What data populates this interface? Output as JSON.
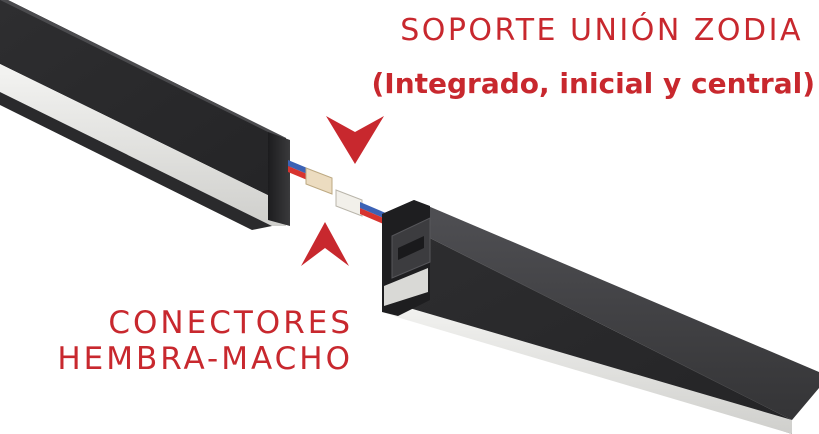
{
  "colors": {
    "accent": "#c8282e",
    "profile_dark": "#2f2f31",
    "diffuser": "#e6e6e3"
  },
  "labels": {
    "support_title": "SOPORTE UNIÓN ZODIA",
    "support_subtitle": "(Integrado, inicial y central)",
    "connectors_line1": "CONECTORES",
    "connectors_line2": "HEMBRA-MACHO"
  },
  "icons": {
    "top_arrow": "chevron-down-icon",
    "bottom_arrow": "chevron-up-icon"
  }
}
